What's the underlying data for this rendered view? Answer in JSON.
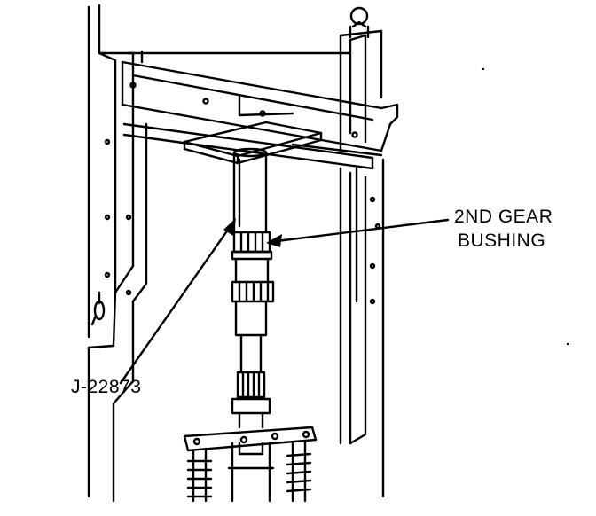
{
  "callouts": {
    "bushing": {
      "line1": "2ND GEAR",
      "line2": "BUSHING"
    },
    "tool": {
      "text": "J-22873"
    }
  },
  "colors": {
    "ink": "#000000",
    "paper": "#ffffff"
  }
}
